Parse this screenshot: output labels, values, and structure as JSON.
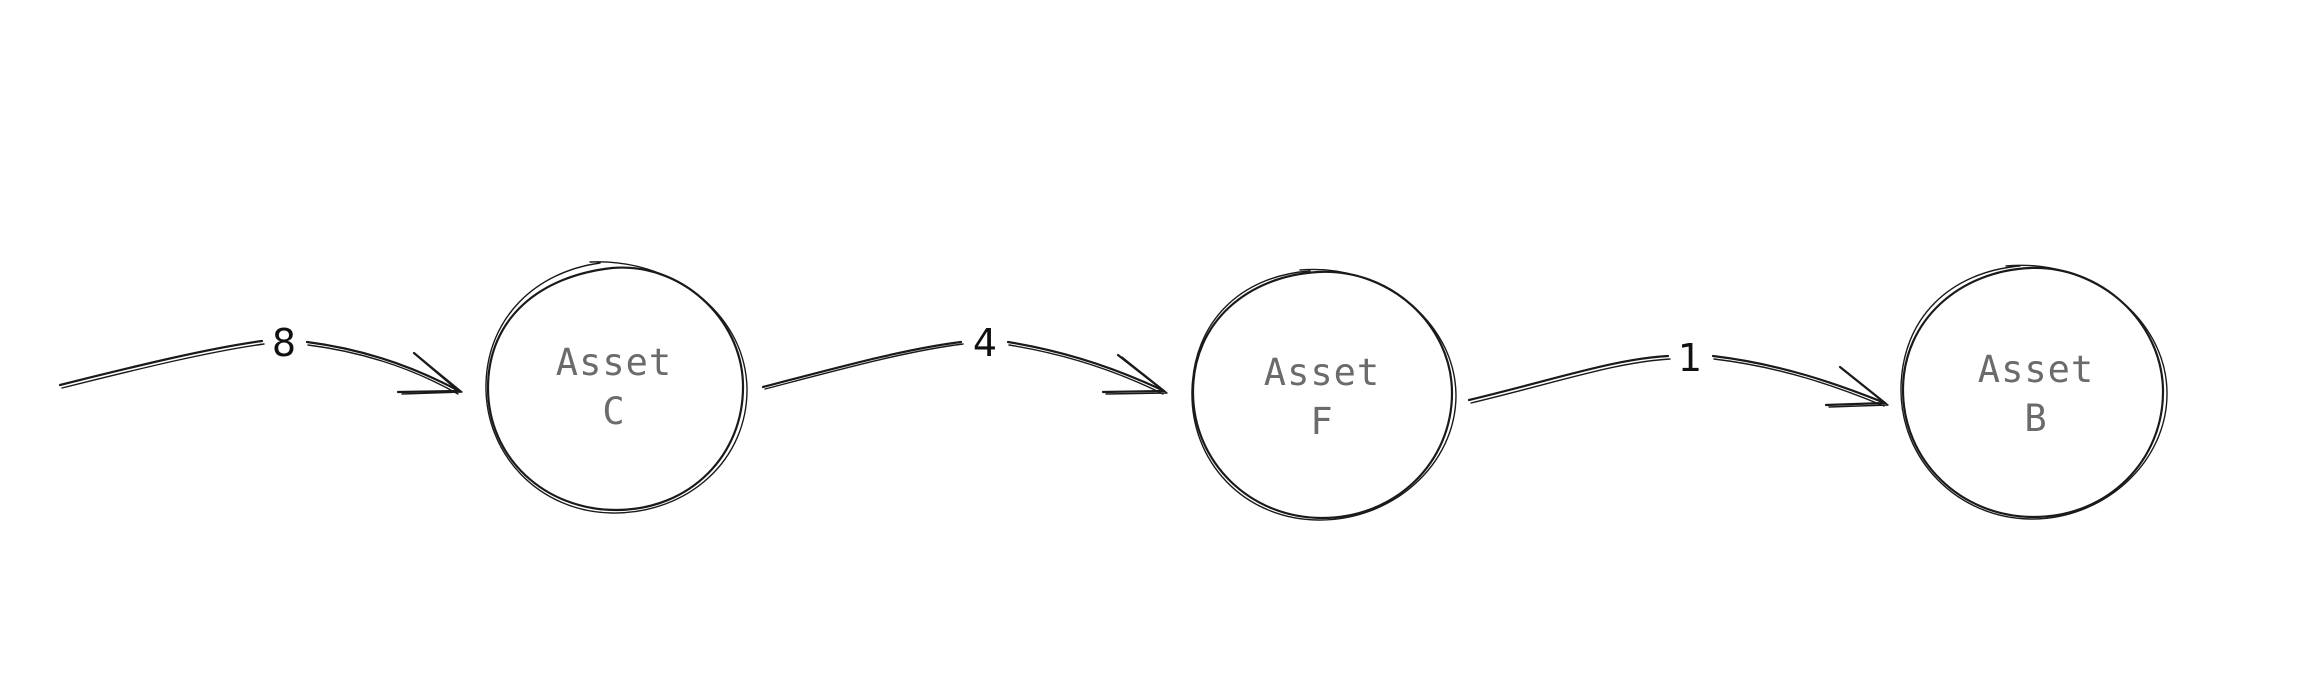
{
  "nodes": [
    {
      "id": "c",
      "line1": "Asset",
      "line2": "C"
    },
    {
      "id": "f",
      "line1": "Asset",
      "line2": "F"
    },
    {
      "id": "b",
      "line1": "Asset",
      "line2": "B"
    }
  ],
  "edges": [
    {
      "from": "",
      "to": "c",
      "label": "8"
    },
    {
      "from": "c",
      "to": "f",
      "label": "4"
    },
    {
      "from": "f",
      "to": "b",
      "label": "1"
    }
  ]
}
